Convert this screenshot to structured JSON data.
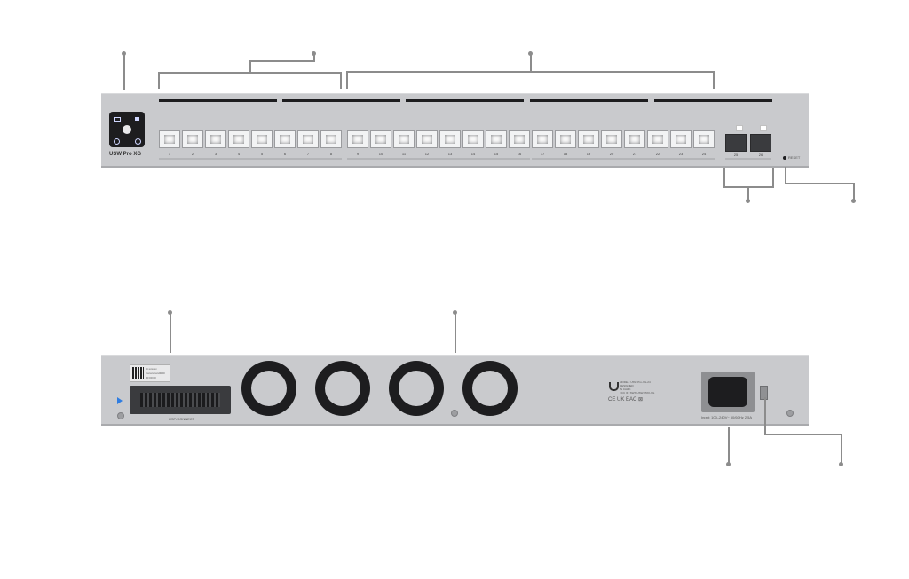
{
  "front": {
    "model_label": "USW Pro XG",
    "reset_label": "RESET",
    "ports_group1": [
      "1",
      "2",
      "3",
      "4",
      "5",
      "6",
      "7",
      "8"
    ],
    "ports_group2": [
      "9",
      "10",
      "11",
      "12",
      "13",
      "14",
      "15",
      "16",
      "17",
      "18",
      "19",
      "20",
      "21",
      "22",
      "23",
      "24"
    ],
    "sfp_ports": [
      "25",
      "26"
    ]
  },
  "back": {
    "connector_label": "USP/CONNECT",
    "label_sticker_lines": [
      "Ui.xxxxxx",
      "xxxxxxxxxx0000",
      "00:00:00"
    ],
    "regulatory_text_lines": [
      "MODEL: USW-Pro-XG-24",
      "DESIGNED",
      "IN CALIF.",
      "FCC ID: SWX-USW-PRO-XG"
    ],
    "power_rating": "Input: 100–240V~ 50/60Hz 2.5A",
    "cert_marks": "CE UK EAC ⊠"
  },
  "icons": {
    "front_display": "touchscreen-icon",
    "brand": "ubiquiti-logo-icon"
  },
  "colors": {
    "chassis": "#c9cacd",
    "callout": "#8c8c8c",
    "display": "#1d1d1f",
    "accent_led": "#2f7de1"
  }
}
